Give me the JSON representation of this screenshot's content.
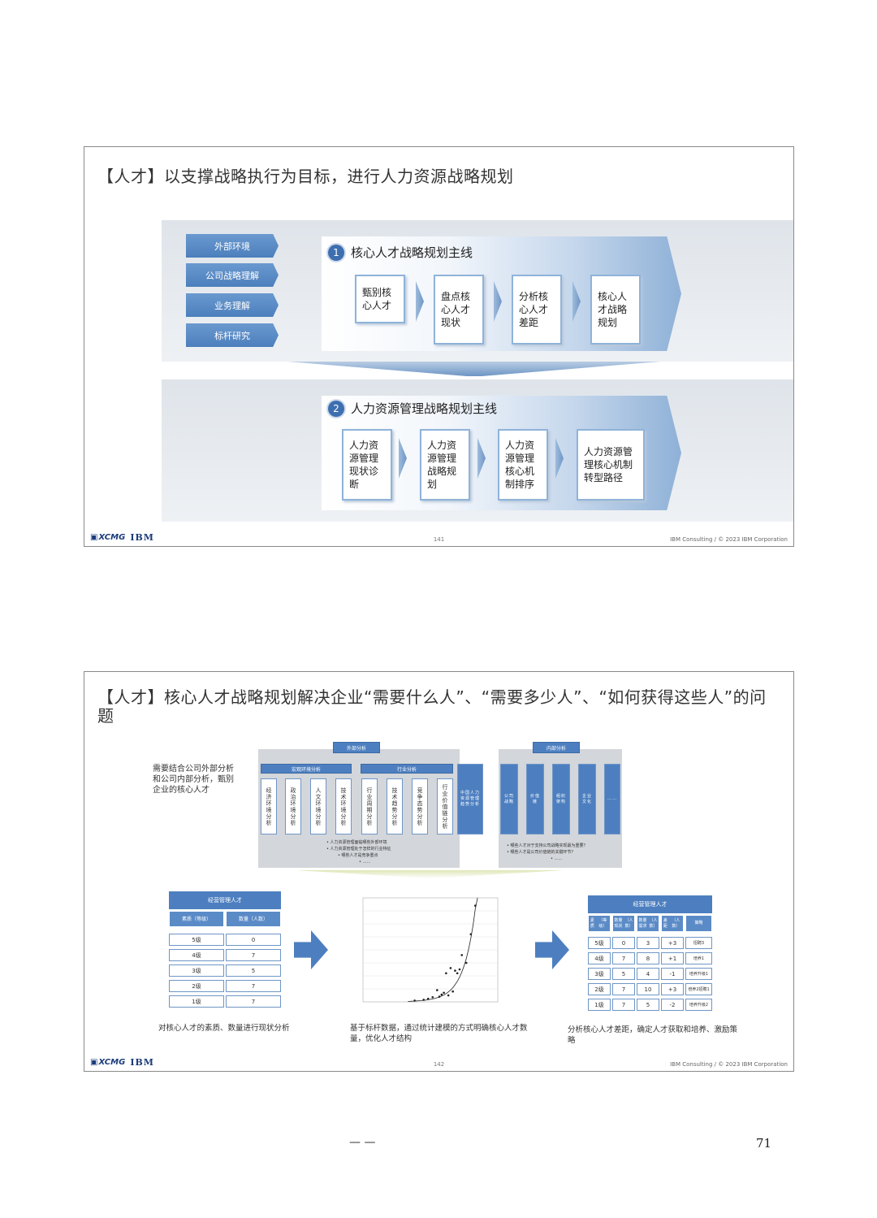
{
  "slide1": {
    "title": "【人才】以支撑战略执行为目标，进行人力资源战略规划",
    "left_tabs": [
      "外部环境",
      "公司战略理解",
      "业务理解",
      "标杆研究"
    ],
    "main1": {
      "num": "1",
      "title": "核心人才战略规划主线",
      "steps": [
        "甄别核心人才",
        "盘点核心人才现状",
        "分析核心人才差距",
        "核心人才战略规划"
      ]
    },
    "main2": {
      "num": "2",
      "title": "人力资源管理战略规划主线",
      "steps": [
        "人力资源管理现状诊断",
        "人力资源管理战略规划",
        "人力资源管理核心机制排序",
        "人力资源管理核心机制转型路径"
      ]
    },
    "footer": {
      "logo1": "XCMG",
      "logo2": "IBM",
      "page": "141",
      "copyright": "IBM Consulting / © 2023 IBM Corporation"
    }
  },
  "slide2": {
    "title": "【人才】核心人才战略规划解决企业“需要什么人”、“需要多少人”、“如何获得这些人”的问题",
    "intro": "需要结合公司外部分析和公司内部分析，甄别企业的核心人才",
    "external": {
      "head": "外部分析",
      "macro_head": "宏观环境分析",
      "industry_head": "行业分析",
      "macro_cols": [
        "经济环境分析",
        "政治环境分析",
        "人文环境分析",
        "技术环境分析"
      ],
      "industry_cols": [
        "行业周期分析",
        "技术趋势分析",
        "竞争态势分析",
        "行业价值链分析"
      ],
      "blue_col": "中国人力资源管理趋势分析",
      "bullets": [
        "人力资源管理面临哪些外部环境",
        "人力资源管理处于怎样的行业特征",
        "哪些人才是竞争重点",
        "……"
      ]
    },
    "internal": {
      "head": "内部分析",
      "cols": [
        "公司战略",
        "价值链",
        "组织架构",
        "企业文化",
        "……"
      ],
      "bullets": [
        "哪些人才对于支持公司战略实现最为重要？",
        "哪些人才是公司价值链的关键环节？",
        "……"
      ]
    },
    "table_left": {
      "title": "经营管理人才",
      "headers": [
        "素质",
        "数量"
      ],
      "header_notes": [
        "（等级）",
        "（人数）"
      ],
      "rows": [
        [
          "5级",
          "0"
        ],
        [
          "4级",
          "7"
        ],
        [
          "3级",
          "5"
        ],
        [
          "2级",
          "7"
        ],
        [
          "1级",
          "7"
        ]
      ]
    },
    "table_right": {
      "title": "经营管理人才",
      "headers": [
        "素质",
        "数量现状",
        "数量需求",
        "差距",
        "策略"
      ],
      "header_notes": [
        "（等级）",
        "（人数）",
        "（人数）",
        "（人数）",
        ""
      ],
      "rows": [
        [
          "5级",
          "0",
          "3",
          "+3",
          "招聘3"
        ],
        [
          "4级",
          "7",
          "8",
          "+1",
          "培养1"
        ],
        [
          "3级",
          "5",
          "4",
          "-1",
          "培养升级1"
        ],
        [
          "2级",
          "7",
          "10",
          "+3",
          "培养2招聘1"
        ],
        [
          "1级",
          "7",
          "5",
          "-2",
          "培养升级2"
        ]
      ]
    },
    "captions": [
      "对核心人才的素质、数量进行现状分析",
      "基于标杆数据，通过统计建模的方式明确核心人才数量，优化人才结构",
      "分析核心人才差距，确定人才获取和培养、激励策略"
    ],
    "footer": {
      "logo1": "XCMG",
      "logo2": "IBM",
      "page": "142",
      "copyright": "IBM Consulting / © 2023 IBM Corporation"
    }
  },
  "chart_data": {
    "type": "scatter",
    "x": [
      6.3,
      6.7,
      6.9,
      7.1,
      7.3,
      7.4,
      7.5,
      7.6,
      7.7,
      7.8,
      7.9,
      8.0,
      8.1,
      8.2,
      8.3,
      8.4,
      8.6,
      8.8,
      9.0
    ],
    "y": [
      5,
      8,
      12,
      18,
      45,
      20,
      28,
      35,
      110,
      25,
      130,
      40,
      120,
      110,
      125,
      180,
      150,
      260,
      370
    ],
    "trend": "exponential",
    "xlim": [
      4,
      10
    ],
    "ylim": [
      0,
      400
    ]
  },
  "page": {
    "dash": "— —",
    "number": "71"
  }
}
